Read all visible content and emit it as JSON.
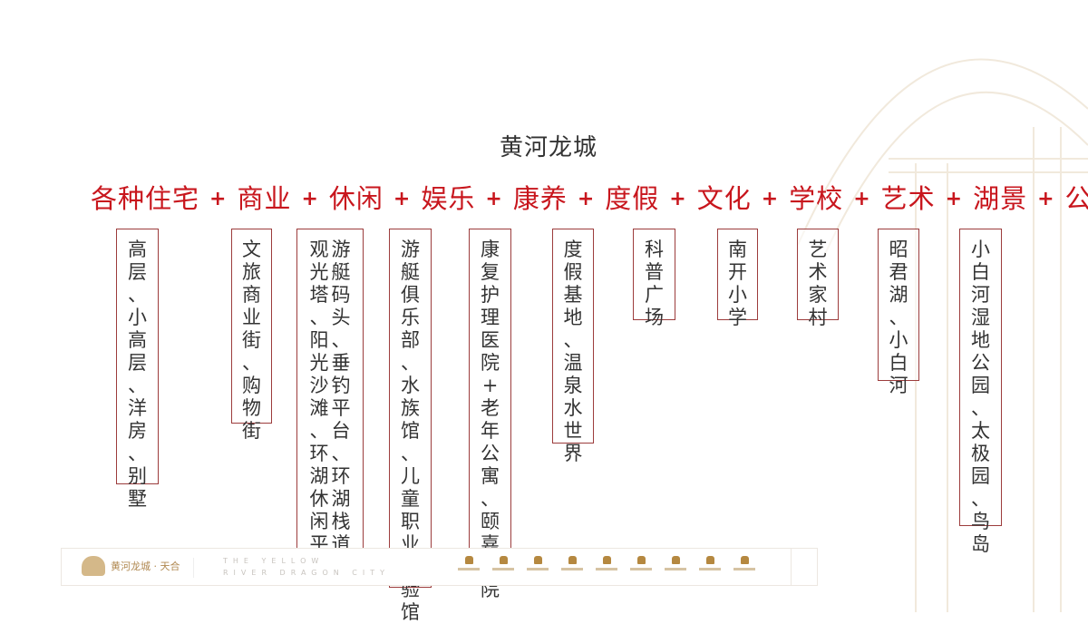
{
  "title": "黄河龙城",
  "formula": {
    "items": [
      "各种住宅",
      "商业",
      "休闲",
      "娱乐",
      "康养",
      "度假",
      "文化",
      "学校",
      "艺术",
      "湖景",
      "公园"
    ],
    "separator": "+",
    "color": "#c8161d"
  },
  "boxes": [
    {
      "name": "residential",
      "columns": [
        "高层、小高层、洋房、别墅"
      ]
    },
    {
      "name": "commerce",
      "columns": [
        "文旅商业街、购物街"
      ]
    },
    {
      "name": "leisure",
      "columns": [
        "游艇码头、垂钓平台、环湖栈道、",
        "观光塔、阳光沙滩、环湖休闲平台"
      ]
    },
    {
      "name": "entertainment",
      "columns": [
        "游艇俱乐部、水族馆、儿童职业体验馆"
      ]
    },
    {
      "name": "health",
      "columns": [
        "康复护理医院+老年公寓、颐嘉学院"
      ]
    },
    {
      "name": "vacation",
      "columns": [
        "度假基地、温泉水世界"
      ]
    },
    {
      "name": "culture",
      "columns": [
        "科普广场"
      ]
    },
    {
      "name": "school",
      "columns": [
        "南开小学"
      ]
    },
    {
      "name": "art",
      "columns": [
        "艺术家村"
      ]
    },
    {
      "name": "lake",
      "columns": [
        "昭君湖、小白河"
      ]
    },
    {
      "name": "park",
      "columns": [
        "小白河湿地公园、太极园、鸟岛"
      ]
    }
  ],
  "footer": {
    "logo_text": "黄河龙城 · 天合",
    "english_line1": "THE YELLOW",
    "english_line2": "RIVER DRAGON CITY",
    "icon_count": 9
  },
  "colors": {
    "box_border": "#9c3c3c",
    "text": "#333333",
    "accent_gold": "#b58840"
  }
}
